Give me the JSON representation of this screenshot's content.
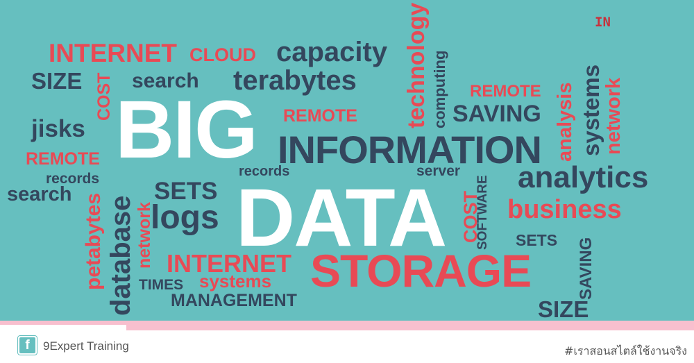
{
  "colors": {
    "background": "#66bfbf",
    "dark": "#34475e",
    "red": "#e84a55",
    "white": "#ffffff",
    "pink": "#f8bfce"
  },
  "words": {
    "big": "BIG",
    "data": "DATA",
    "information": "INFORMATION",
    "storage": "STORAGE",
    "internet_top": "INTERNET",
    "cloud": "CLOUD",
    "capacity": "capacity",
    "terabytes": "terabytes",
    "technology": "technology",
    "computing": "computing",
    "in": "IN",
    "size_top": "SIZE",
    "cost_left": "COST",
    "search_top": "search",
    "jisks": "jisks",
    "remote_left": "REMOTE",
    "remote_mid": "REMOTE",
    "remote_right": "REMOTE",
    "saving_top": "SAVING",
    "analysis": "analysis",
    "systems_right": "systems",
    "network_right": "network",
    "records_left": "records",
    "records_mid": "records",
    "search_left": "search",
    "petabytes": "petabytes",
    "database": "database",
    "network_left": "network",
    "sets_left": "SETS",
    "logs": "logs",
    "server": "server",
    "software": "SOFTWARE",
    "cost_mid": "COST",
    "analytics": "analytics",
    "business": "business",
    "sets_right": "SETS",
    "saving_bottom": "SAVING",
    "size_bottom": "SIZE",
    "internet_bottom": "INTERNET",
    "systems_bottom": "systems",
    "times": "TIMES",
    "management": "MANAGEMENT"
  },
  "footer": {
    "facebook_icon_glyph": "f",
    "brand": "9Expert Training",
    "hashtag": "#เราสอนสไตล์ใช้งานจริง"
  }
}
